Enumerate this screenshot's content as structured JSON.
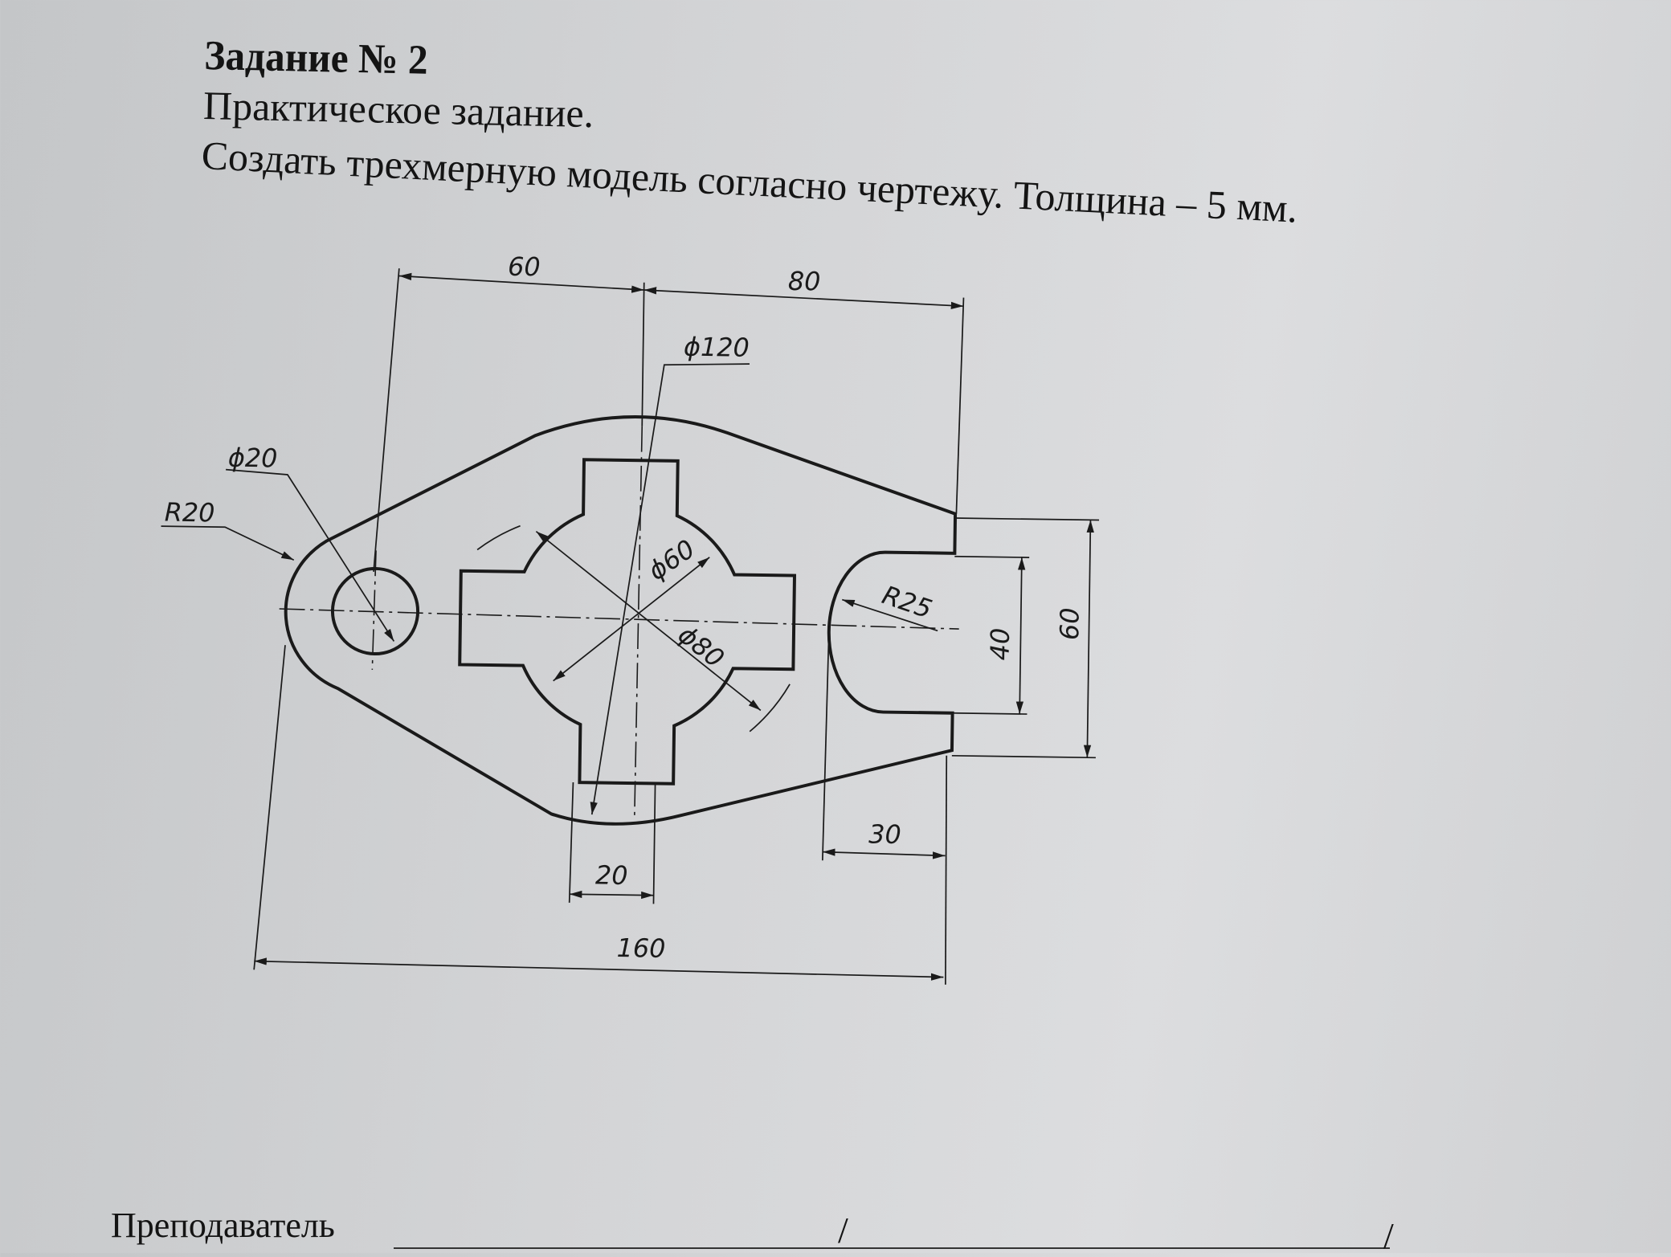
{
  "header": {
    "title": "Задание № 2",
    "subtitle": "Практическое задание.",
    "instruction": "Создать трехмерную модель согласно чертежу. Толщина – 5 мм."
  },
  "drawing": {
    "dims": {
      "d60_left": "60",
      "d80_top": "80",
      "phi120": "ϕ120",
      "phi20": "ϕ20",
      "r20": "R20",
      "phi60": "ϕ60",
      "phi80": "ϕ80",
      "r25": "R25",
      "d40": "40",
      "d60_right": "60",
      "d30": "30",
      "d20": "20",
      "d160": "160"
    }
  },
  "footer": {
    "label": "Преподаватель",
    "slash1": "/",
    "slash2": "/"
  }
}
